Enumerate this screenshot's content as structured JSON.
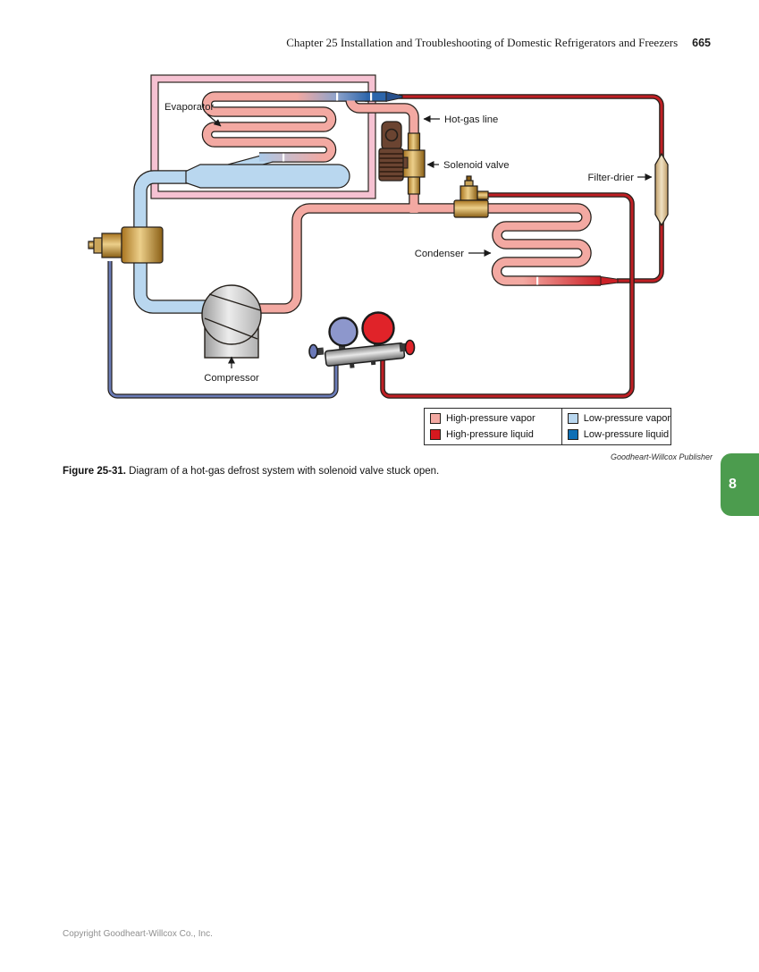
{
  "header": {
    "chapter_title": "Chapter 25 Installation and Troubleshooting of Domestic Refrigerators and Freezers",
    "page_number": "665"
  },
  "diagram": {
    "labels": {
      "evaporator": "Evaporator",
      "hot_gas_line": "Hot-gas line",
      "solenoid_valve": "Solenoid valve",
      "filter_drier": "Filter-drier",
      "condenser": "Condenser",
      "compressor": "Compressor"
    }
  },
  "legend": {
    "items": [
      {
        "label": "High-pressure vapor",
        "color": "#f3a9a2"
      },
      {
        "label": "Low-pressure vapor",
        "color": "#b9d7ef"
      },
      {
        "label": "High-pressure liquid",
        "color": "#d6191f"
      },
      {
        "label": "Low-pressure liquid",
        "color": "#0e6fb5"
      }
    ]
  },
  "credit": "Goodheart-Willcox Publisher",
  "caption": {
    "figure_label": "Figure 25-31.",
    "text": "Diagram of a hot-gas defrost system with solenoid valve stuck open."
  },
  "side_tab": {
    "label": "8",
    "color": "#4c9c4e"
  },
  "footer": {
    "copyright": "Copyright Goodheart-Willcox Co., Inc."
  },
  "colors": {
    "high_pressure_vapor": "#f3a9a2",
    "high_pressure_liquid": "#cc2127",
    "low_pressure_vapor": "#b9d7ef",
    "low_pressure_liquid": "#0e6fb5",
    "pipe_outline": "#241f1a",
    "evaporator_border": "#f6c2d2",
    "valve_gold": "#e0bd74",
    "solenoid_coil_brown": "#6b4431",
    "tab_green": "#4c9c4e"
  }
}
